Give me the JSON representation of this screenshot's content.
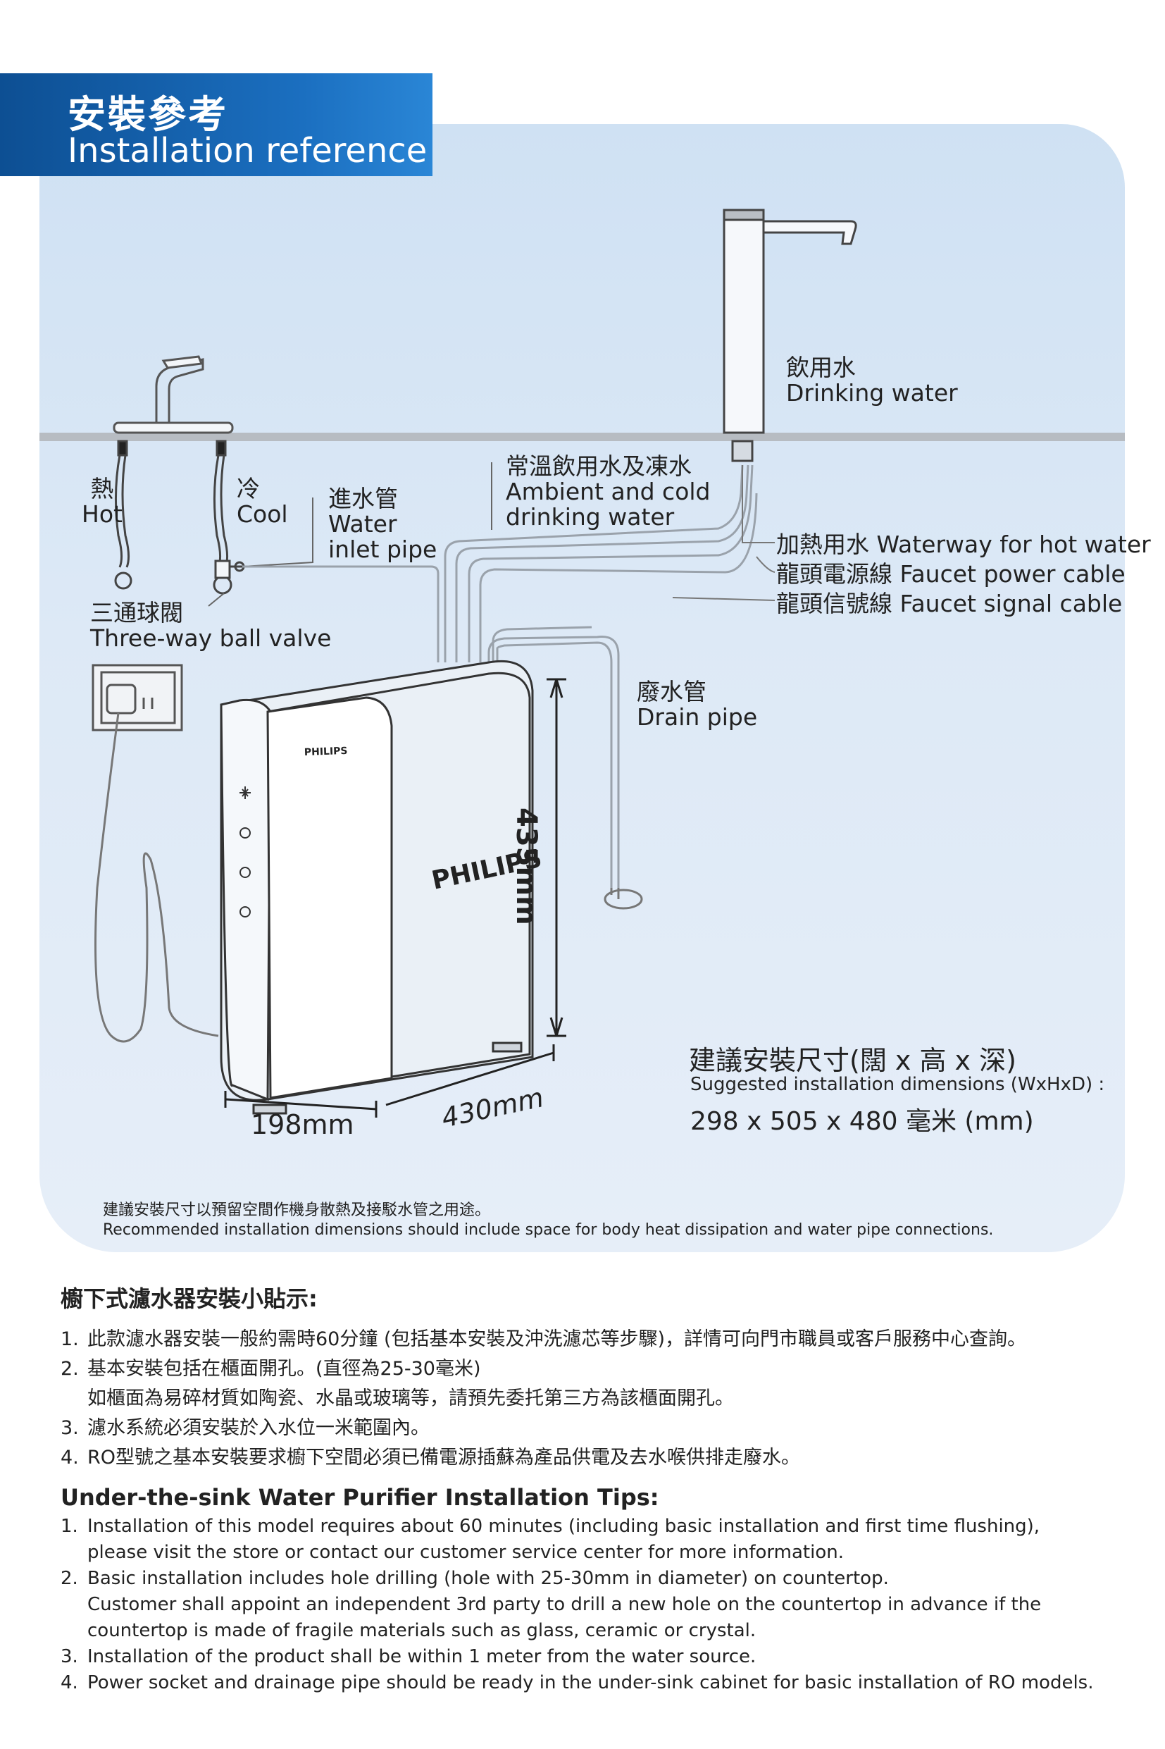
{
  "header": {
    "title_zh": "安裝參考",
    "title_en": "Installation reference"
  },
  "labels": {
    "hot_zh": "熱",
    "hot_en": "Hot",
    "cool_zh": "冷",
    "cool_en": "Cool",
    "inlet_zh": "進水管",
    "inlet_en_1": "Water",
    "inlet_en_2": "inlet pipe",
    "valve_zh": "三通球閥",
    "valve_en": "Three-way ball valve",
    "ambient_zh": "常溫飲用水及凍水",
    "ambient_en_1": "Ambient and cold",
    "ambient_en_2": "drinking water",
    "drinking_zh": "飲用水",
    "drinking_en": "Drinking water",
    "hot_way": "加熱用水 Waterway for hot water",
    "power_cable": "龍頭電源線 Faucet power cable",
    "signal_cable": "龍頭信號線 Faucet signal cable",
    "drain_zh": "廢水管",
    "drain_en": "Drain pipe"
  },
  "product": {
    "brand": "PHILIPS"
  },
  "dimensions": {
    "height": "435mm",
    "width": "198mm",
    "depth": "430mm",
    "suggested_zh": "建議安裝尺寸(闊 x 高 x 深)",
    "suggested_en": "Suggested installation dimensions (WxHxD) :",
    "suggested_value": "298 x 505 x 480 毫米 (mm)"
  },
  "note": {
    "zh": "建議安裝尺寸以預留空間作機身散熱及接駁水管之用途。",
    "en": "Recommended installation dimensions should include space for body heat dissipation and water pipe connections."
  },
  "tips_zh": {
    "title": "櫥下式濾水器安裝小貼示:",
    "items": [
      {
        "num": "1.",
        "lines": [
          "此款濾水器安裝一般約需時60分鐘 (包括基本安裝及沖洗濾芯等步驟)，詳情可向門市職員或客戶服務中心查詢。"
        ]
      },
      {
        "num": "2.",
        "lines": [
          "基本安裝包括在櫃面開孔。(直徑為25-30毫米)",
          "如櫃面為易碎材質如陶瓷、水晶或玻璃等，請預先委托第三方為該櫃面開孔。"
        ]
      },
      {
        "num": "3.",
        "lines": [
          "濾水系統必須安裝於入水位一米範圍內。"
        ]
      },
      {
        "num": "4.",
        "lines": [
          "RO型號之基本安裝要求櫥下空間必須已備電源插蘇為產品供電及去水喉供排走廢水。"
        ]
      }
    ]
  },
  "tips_en": {
    "title": "Under-the-sink Water Purifier Installation Tips:",
    "items": [
      {
        "num": "1.",
        "lines": [
          "Installation of this model requires about 60 minutes (including basic installation and first time flushing),",
          "please visit the store or contact our customer service center for more information."
        ]
      },
      {
        "num": "2.",
        "lines": [
          "Basic installation includes hole drilling (hole with 25-30mm in diameter) on countertop.",
          "Customer shall appoint an independent 3rd party to drill a new hole on the countertop in advance if the",
          "countertop is made of fragile materials such as glass, ceramic or crystal."
        ]
      },
      {
        "num": "3.",
        "lines": [
          "Installation of the product shall be within 1 meter from the water source."
        ]
      },
      {
        "num": "4.",
        "lines": [
          "Power socket and drainage pipe should be ready in the under-sink cabinet for basic installation of RO models."
        ]
      }
    ]
  }
}
